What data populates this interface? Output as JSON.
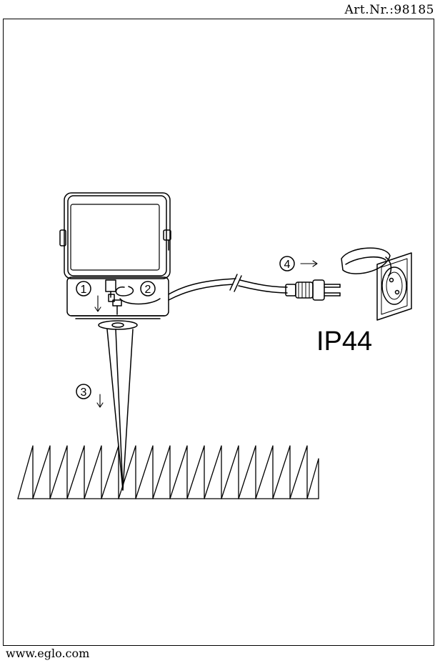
{
  "header": {
    "article_number": "Art.Nr.:98185"
  },
  "footer": {
    "website": "www.eglo.com"
  },
  "diagram": {
    "ip_rating": "IP44",
    "steps": [
      "1",
      "2",
      "3",
      "4"
    ]
  }
}
